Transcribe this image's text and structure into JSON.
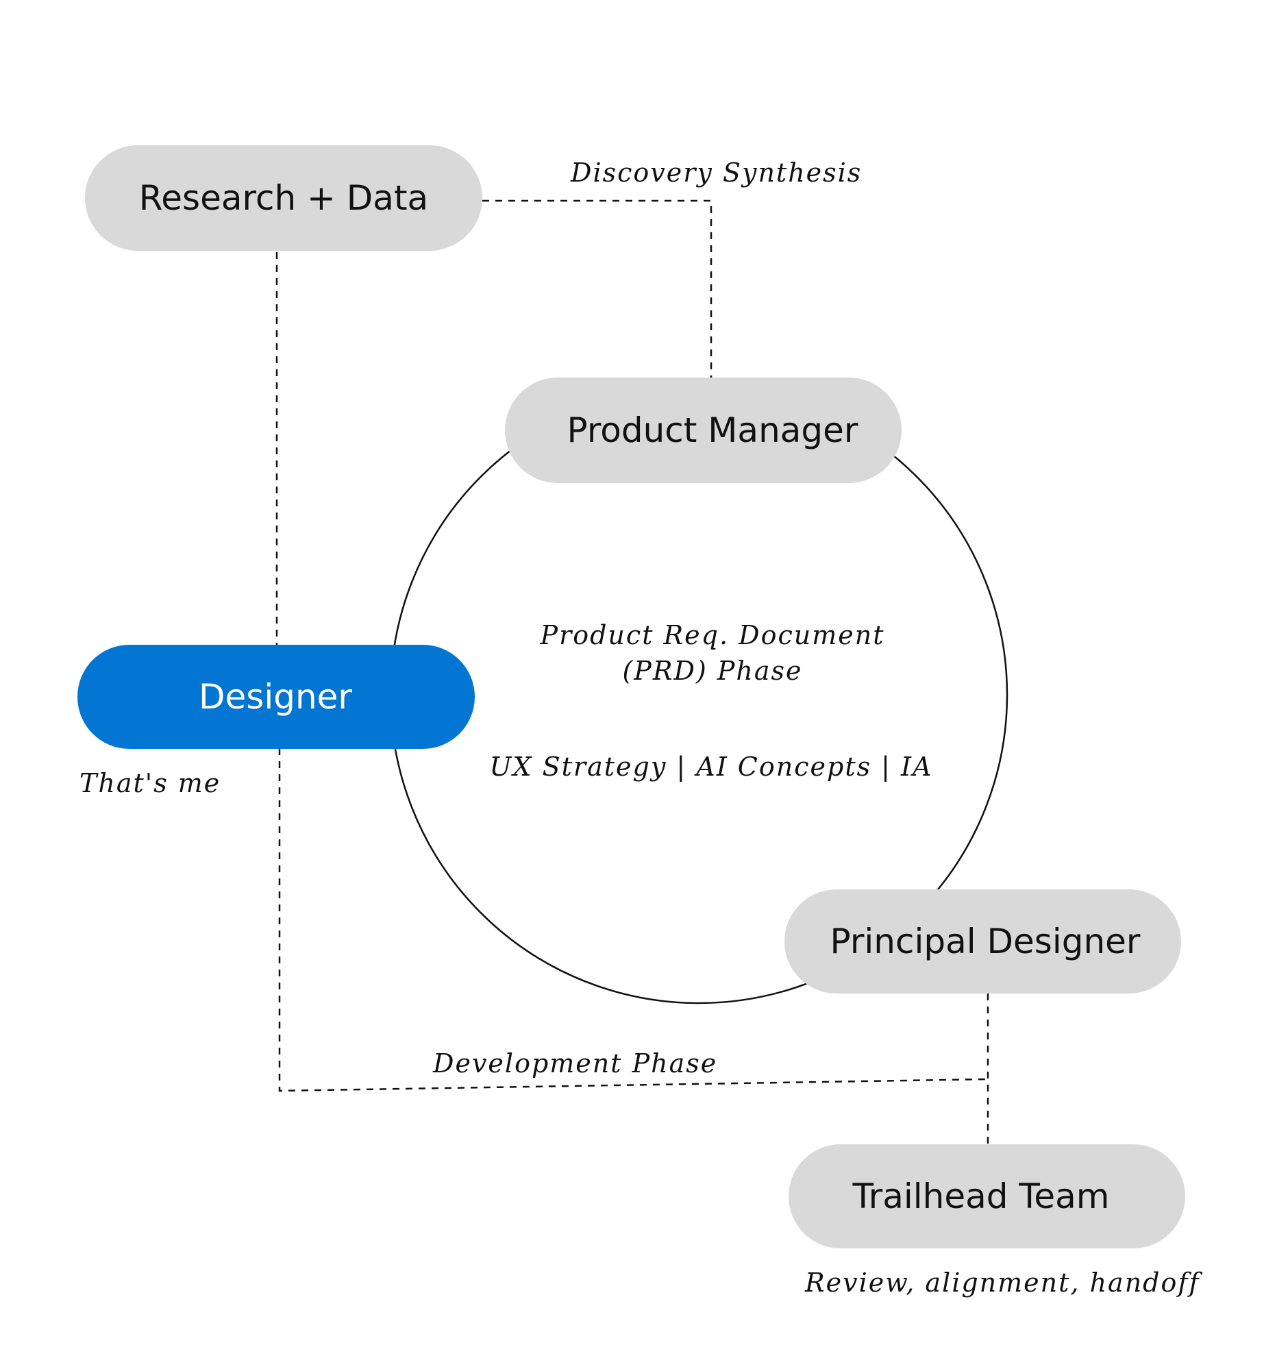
{
  "nodes": {
    "research": {
      "label": "Research + Data"
    },
    "product_manager": {
      "label": "Product Manager"
    },
    "designer": {
      "label": "Designer"
    },
    "principal_designer": {
      "label": "Principal Designer"
    },
    "trailhead_team": {
      "label": "Trailhead Team"
    }
  },
  "annotations": {
    "discovery": "Discovery Synthesis",
    "prd_line1": "Product Req. Document",
    "prd_line2": "(PRD) Phase",
    "focus": "UX Strategy | AI Concepts | IA",
    "thats_me": "That's me",
    "development": "Development Phase",
    "review": "Review, alignment, handoff"
  },
  "colors": {
    "pill": "#d9d9d9",
    "primary": "#0375d3",
    "line": "#111111"
  }
}
